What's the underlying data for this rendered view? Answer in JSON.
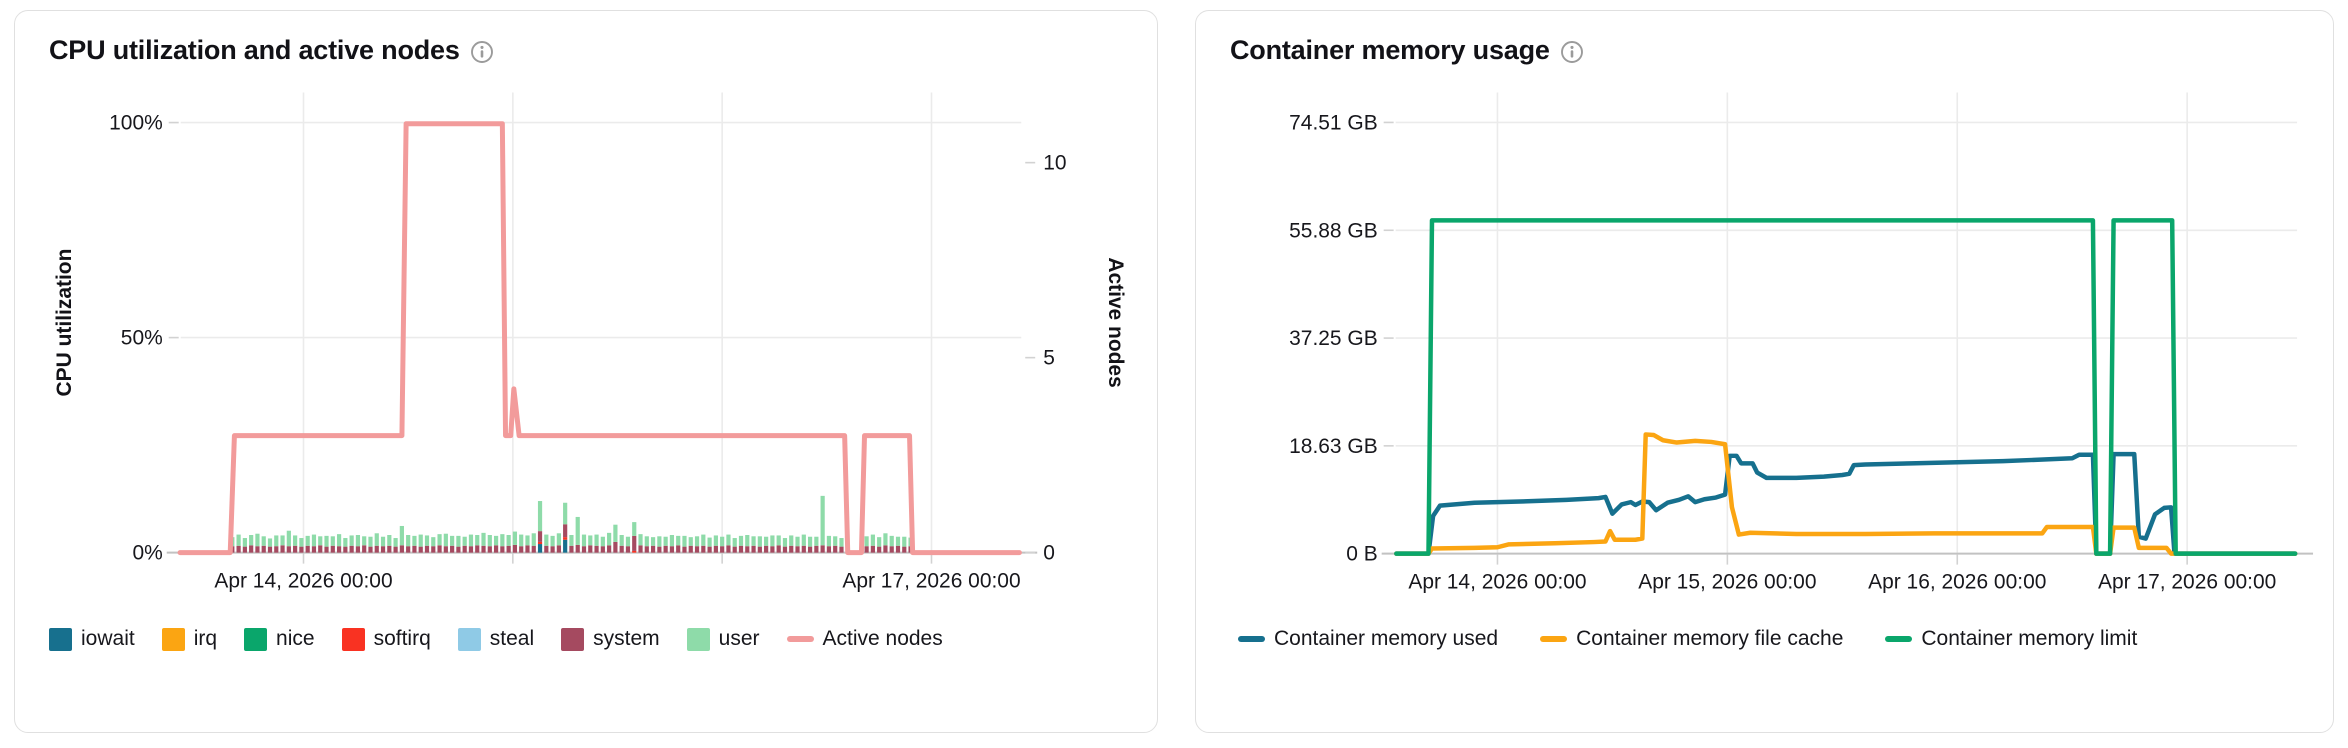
{
  "charts": [
    {
      "title": "CPU utilization and active nodes",
      "y_left_label": "CPU utilization",
      "y_right_label": "Active nodes",
      "legend": [
        {
          "label": "iowait",
          "color": "#17708E",
          "type": "box"
        },
        {
          "label": "irq",
          "color": "#FBA512",
          "type": "box"
        },
        {
          "label": "nice",
          "color": "#0AA66B",
          "type": "box"
        },
        {
          "label": "softirq",
          "color": "#F93222",
          "type": "box"
        },
        {
          "label": "steal",
          "color": "#8FCAE6",
          "type": "box"
        },
        {
          "label": "system",
          "color": "#A54A60",
          "type": "box"
        },
        {
          "label": "user",
          "color": "#8EDBA9",
          "type": "box"
        },
        {
          "label": "Active nodes",
          "color": "#F29B9B",
          "type": "line"
        }
      ]
    },
    {
      "title": "Container memory usage",
      "legend": [
        {
          "label": "Container memory used",
          "color": "#16708E",
          "type": "line"
        },
        {
          "label": "Container memory file cache",
          "color": "#FBA512",
          "type": "line"
        },
        {
          "label": "Container memory limit",
          "color": "#0AA66B",
          "type": "line"
        }
      ]
    }
  ],
  "chart_data": [
    {
      "type": "bar",
      "title": "CPU utilization and active nodes",
      "time_note": "t in days, t=0 is Apr 14 2026 00:00",
      "x_axis": {
        "range_days": [
          -0.59,
          3.42
        ],
        "gridline_days": [
          0,
          1,
          2,
          3
        ],
        "labels": {
          "0": "Apr 14, 2026 00:00",
          "3": "Apr 17, 2026 00:00"
        }
      },
      "y_left": {
        "label": "CPU utilization",
        "range": [
          0,
          107
        ],
        "ticks": [
          {
            "value": 0,
            "label": "0%"
          },
          {
            "value": 50,
            "label": "50%"
          },
          {
            "value": 100,
            "label": "100%"
          }
        ]
      },
      "y_right": {
        "label": "Active nodes",
        "range": [
          0,
          11.8
        ],
        "ticks": [
          {
            "value": 0,
            "label": "0"
          },
          {
            "value": 5,
            "label": "5"
          },
          {
            "value": 10,
            "label": "10"
          }
        ]
      },
      "bars": {
        "stack_order": [
          "iowait",
          "irq",
          "nice",
          "softirq",
          "steal",
          "system",
          "user"
        ],
        "start_day": -0.34,
        "pitch_days": 0.03,
        "unit": "percent CPU",
        "series_dense": {
          "system": [
            1.5,
            1.6,
            1.4,
            1.7,
            1.5,
            1.6,
            1.4,
            1.5,
            1.7,
            1.5,
            1.6,
            1.4,
            1.6,
            1.5,
            1.7,
            1.4,
            1.6,
            1.5,
            1.4,
            1.6,
            1.5,
            1.7,
            1.4,
            1.6,
            1.5,
            1.6,
            1.4,
            1.7,
            1.5,
            1.6,
            1.4,
            1.6,
            1.5,
            1.7,
            1.5,
            1.6,
            1.4,
            1.6,
            1.5,
            1.7,
            1.6,
            1.5,
            1.7,
            1.5,
            1.6,
            1.8,
            1.5,
            1.7,
            1.6,
            2.5,
            1.6,
            1.5,
            1.7,
            3.0,
            1.6,
            1.8,
            1.5,
            1.7,
            1.6,
            1.5,
            1.7,
            2.5,
            1.6,
            1.5,
            3.5,
            1.7,
            1.5,
            1.6,
            1.4,
            1.6,
            1.5,
            1.7,
            1.4,
            1.6,
            1.5,
            1.6,
            1.4,
            1.6,
            1.5,
            1.7,
            1.4,
            1.6,
            1.5,
            1.6,
            1.4,
            1.6,
            1.5,
            1.7,
            1.4,
            1.6,
            1.5,
            1.6,
            1.4,
            1.6,
            1.7,
            1.5,
            1.6,
            1.4,
            0,
            0,
            0,
            1.5,
            1.6,
            1.4,
            1.7,
            1.5,
            1.6,
            1.4,
            1.5
          ],
          "user": [
            2.1,
            2.6,
            2.0,
            2.4,
            2.9,
            2.2,
            1.9,
            2.5,
            2.3,
            3.6,
            2.4,
            2.0,
            2.3,
            2.7,
            2.1,
            2.5,
            2.2,
            2.8,
            2.0,
            2.4,
            2.6,
            2.1,
            2.3,
            2.9,
            2.2,
            2.5,
            2.0,
            4.5,
            2.6,
            2.3,
            2.8,
            2.4,
            2.1,
            2.6,
            2.9,
            2.3,
            2.5,
            2.1,
            2.7,
            2.4,
            3.0,
            2.6,
            2.2,
            2.8,
            2.5,
            3.1,
            2.7,
            2.3,
            2.9,
            7.0,
            2.6,
            2.4,
            2.8,
            5.0,
            2.5,
            6.5,
            2.7,
            2.3,
            2.6,
            2.2,
            2.9,
            4.0,
            2.5,
            2.2,
            3.2,
            2.6,
            2.3,
            2.0,
            2.4,
            2.1,
            2.6,
            2.2,
            2.5,
            2.0,
            2.3,
            2.6,
            2.1,
            2.4,
            2.2,
            2.5,
            2.0,
            2.3,
            2.6,
            2.2,
            2.4,
            2.1,
            2.5,
            2.3,
            2.0,
            2.4,
            2.2,
            2.6,
            2.3,
            2.1,
            11.5,
            2.4,
            2.2,
            2.0,
            0,
            0,
            0,
            2.3,
            2.6,
            2.2,
            2.8,
            2.4,
            2.1,
            2.3,
            2.0
          ]
        },
        "series_sparse": {
          "iowait": {
            "49": 2.0,
            "53": 3.0
          },
          "softirq": {
            "49": 0.5,
            "53": 0.6,
            "64": 0.4
          },
          "irq": {},
          "nice": {},
          "steal": {}
        }
      },
      "line": {
        "name": "Active nodes",
        "axis": "right",
        "unit": "nodes",
        "points": [
          [
            -0.59,
            0
          ],
          [
            -0.35,
            0
          ],
          [
            -0.33,
            3
          ],
          [
            0.47,
            3
          ],
          [
            0.49,
            11
          ],
          [
            0.95,
            11
          ],
          [
            0.965,
            3
          ],
          [
            0.99,
            3
          ],
          [
            1.005,
            4.2
          ],
          [
            1.03,
            3
          ],
          [
            2.585,
            3
          ],
          [
            2.6,
            0
          ],
          [
            2.665,
            0
          ],
          [
            2.68,
            3
          ],
          [
            2.895,
            3
          ],
          [
            2.91,
            0
          ],
          [
            3.42,
            0
          ]
        ]
      }
    },
    {
      "type": "line",
      "title": "Container memory usage",
      "time_note": "t in days, t=0 is Apr 14 2026 00:00",
      "x_axis": {
        "range_days": [
          -0.44,
          3.47
        ],
        "gridline_days": [
          0,
          1,
          2,
          3
        ],
        "labels": {
          "0": "Apr 14, 2026 00:00",
          "1": "Apr 15, 2026 00:00",
          "2": "Apr 16, 2026 00:00",
          "3": "Apr 17, 2026 00:00"
        }
      },
      "y": {
        "range": [
          0,
          79.7
        ],
        "unit": "GiB",
        "ticks": [
          {
            "value": 0,
            "label": "0 B"
          },
          {
            "value": 18.63,
            "label": "18.63 GB"
          },
          {
            "value": 37.25,
            "label": "37.25 GB"
          },
          {
            "value": 55.88,
            "label": "55.88 GB"
          },
          {
            "value": 74.51,
            "label": "74.51 GB"
          }
        ]
      },
      "series": [
        {
          "name": "Container memory used",
          "points": [
            [
              -0.44,
              0
            ],
            [
              -0.3,
              0
            ],
            [
              -0.28,
              6.5
            ],
            [
              -0.25,
              8.3
            ],
            [
              -0.1,
              8.8
            ],
            [
              0.1,
              9.0
            ],
            [
              0.3,
              9.3
            ],
            [
              0.44,
              9.6
            ],
            [
              0.47,
              9.8
            ],
            [
              0.5,
              6.9
            ],
            [
              0.54,
              8.5
            ],
            [
              0.58,
              8.9
            ],
            [
              0.6,
              8.4
            ],
            [
              0.63,
              9.0
            ],
            [
              0.66,
              8.9
            ],
            [
              0.69,
              7.5
            ],
            [
              0.74,
              8.8
            ],
            [
              0.79,
              9.3
            ],
            [
              0.83,
              9.9
            ],
            [
              0.86,
              8.9
            ],
            [
              0.9,
              9.4
            ],
            [
              0.95,
              9.7
            ],
            [
              0.99,
              10.2
            ],
            [
              1.01,
              16.9
            ],
            [
              1.04,
              16.9
            ],
            [
              1.06,
              15.6
            ],
            [
              1.11,
              15.6
            ],
            [
              1.13,
              14.0
            ],
            [
              1.17,
              13.1
            ],
            [
              1.3,
              13.1
            ],
            [
              1.42,
              13.3
            ],
            [
              1.5,
              13.6
            ],
            [
              1.53,
              13.8
            ],
            [
              1.55,
              15.3
            ],
            [
              1.6,
              15.4
            ],
            [
              1.8,
              15.6
            ],
            [
              2.0,
              15.8
            ],
            [
              2.2,
              16.0
            ],
            [
              2.4,
              16.3
            ],
            [
              2.5,
              16.5
            ],
            [
              2.53,
              17.1
            ],
            [
              2.59,
              17.1
            ],
            [
              2.605,
              0
            ],
            [
              2.665,
              0
            ],
            [
              2.68,
              17.2
            ],
            [
              2.77,
              17.2
            ],
            [
              2.79,
              2.9
            ],
            [
              2.82,
              2.6
            ],
            [
              2.86,
              6.8
            ],
            [
              2.9,
              7.9
            ],
            [
              2.93,
              8.0
            ],
            [
              2.945,
              0
            ],
            [
              3.47,
              0
            ]
          ]
        },
        {
          "name": "Container memory file cache",
          "points": [
            [
              -0.44,
              0
            ],
            [
              -0.3,
              0
            ],
            [
              -0.285,
              0.9
            ],
            [
              -0.1,
              1.0
            ],
            [
              0.0,
              1.1
            ],
            [
              0.05,
              1.6
            ],
            [
              0.25,
              1.8
            ],
            [
              0.42,
              2.0
            ],
            [
              0.47,
              2.1
            ],
            [
              0.49,
              3.9
            ],
            [
              0.51,
              2.4
            ],
            [
              0.6,
              2.4
            ],
            [
              0.63,
              2.6
            ],
            [
              0.645,
              20.6
            ],
            [
              0.68,
              20.5
            ],
            [
              0.72,
              19.6
            ],
            [
              0.78,
              19.2
            ],
            [
              0.86,
              19.5
            ],
            [
              0.93,
              19.3
            ],
            [
              0.99,
              18.9
            ],
            [
              1.02,
              8.0
            ],
            [
              1.05,
              3.3
            ],
            [
              1.1,
              3.6
            ],
            [
              1.3,
              3.4
            ],
            [
              1.6,
              3.4
            ],
            [
              1.9,
              3.5
            ],
            [
              2.2,
              3.5
            ],
            [
              2.37,
              3.5
            ],
            [
              2.39,
              4.6
            ],
            [
              2.59,
              4.6
            ],
            [
              2.605,
              0
            ],
            [
              2.665,
              0
            ],
            [
              2.68,
              4.5
            ],
            [
              2.77,
              4.5
            ],
            [
              2.79,
              1.0
            ],
            [
              2.91,
              1.0
            ],
            [
              2.93,
              0
            ],
            [
              3.47,
              0
            ]
          ]
        },
        {
          "name": "Container memory limit",
          "points": [
            [
              -0.44,
              0
            ],
            [
              -0.3,
              0
            ],
            [
              -0.285,
              57.6
            ],
            [
              2.59,
              57.6
            ],
            [
              2.605,
              0
            ],
            [
              2.665,
              0
            ],
            [
              2.68,
              57.6
            ],
            [
              2.935,
              57.6
            ],
            [
              2.95,
              0
            ],
            [
              3.47,
              0
            ]
          ]
        }
      ]
    }
  ]
}
